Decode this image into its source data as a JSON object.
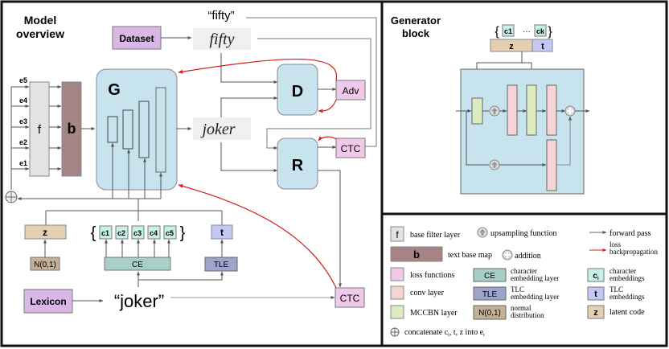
{
  "panels": {
    "model_overview": {
      "title_line1": "Model",
      "title_line2": "overview",
      "dataset_label": "Dataset",
      "lexicon_label": "Lexicon",
      "real_word": "“fifty”",
      "fake_word": "“joker”",
      "real_handwriting": "fifty",
      "fake_handwriting": "joker",
      "generator_label": "G",
      "discriminator_label": "D",
      "recognizer_label": "R",
      "adv_label": "Adv",
      "ctc_top_label": "CTC",
      "ctc_bottom_label": "CTC",
      "filter_label": "f",
      "base_map_label": "b",
      "embedding_inputs": [
        "e5",
        "e4",
        "e3",
        "e2",
        "e1"
      ],
      "z_label": "z",
      "noise_label": "N(0,1)",
      "t_label": "t",
      "ce_label": "CE",
      "tle_label": "TLE",
      "char_embeddings": [
        "c1",
        "c2",
        "c3",
        "c4",
        "c5"
      ],
      "brace_open": "{",
      "brace_close": "}"
    },
    "generator_block": {
      "title_line1": "Generator",
      "title_line2": "block",
      "char_first": "c1",
      "char_last": "ck",
      "ellipsis": "···",
      "z_label": "z",
      "t_label": "t",
      "brace_open": "{",
      "brace_close": "}"
    },
    "legend": {
      "items": [
        {
          "swatch": "f",
          "label": "base filter layer"
        },
        {
          "swatch": "upsampling",
          "label": "upsampling function"
        },
        {
          "swatch": "arrow-gray",
          "label": "forward pass"
        },
        {
          "swatch": "b",
          "label": "text base map"
        },
        {
          "swatch": "addition",
          "label": "addition"
        },
        {
          "swatch": "arrow-red",
          "label_line1": "loss",
          "label_line2": "backpropagation"
        },
        {
          "swatch": "loss",
          "label": "loss functions"
        },
        {
          "swatch": "CE",
          "label_line1": "character",
          "label_line2": "embedding layer"
        },
        {
          "swatch": "ci",
          "label_line1": "character",
          "label_line2": "embeddings"
        },
        {
          "swatch": "conv",
          "label": "conv layer"
        },
        {
          "swatch": "TLE",
          "label_line1": "TLC",
          "label_line2": "embedding layer"
        },
        {
          "swatch": "t",
          "label_line1": "TLC",
          "label_line2": "embeddings"
        },
        {
          "swatch": "mccbn",
          "label": "MCCBN layer"
        },
        {
          "swatch": "N(0,1)",
          "label_line1": "normal",
          "label_line2": "distribution"
        },
        {
          "swatch": "z",
          "label": "latent code"
        }
      ],
      "concat_note": "concatenate c",
      "concat_note_sub": "i",
      "concat_note_rest": ", t, z into e",
      "concat_note_sub2": "i",
      "swatch_text": {
        "f": "f",
        "b": "b",
        "CE": "CE",
        "TLE": "TLE",
        "N01": "N(0,1)",
        "ci": "c",
        "ci_sub": "i",
        "t": "t",
        "z": "z"
      }
    }
  },
  "colors": {
    "G_block": "#c6e3ee",
    "filter": "#e3e3e3",
    "base_map": "#a48484",
    "loss": "#f0c8ea",
    "conv": "#f4d4d4",
    "mccbn": "#dcebc2",
    "ce": "#a8cec9",
    "tle": "#9ea5cc",
    "noise": "#c4b095",
    "char_emb": "#c8f0ea",
    "t_emb": "#c4c8f6",
    "z": "#e5cfb3",
    "dataset": "#d9b8e8",
    "red_arrow": "#d42020",
    "gray_line": "#555555"
  }
}
